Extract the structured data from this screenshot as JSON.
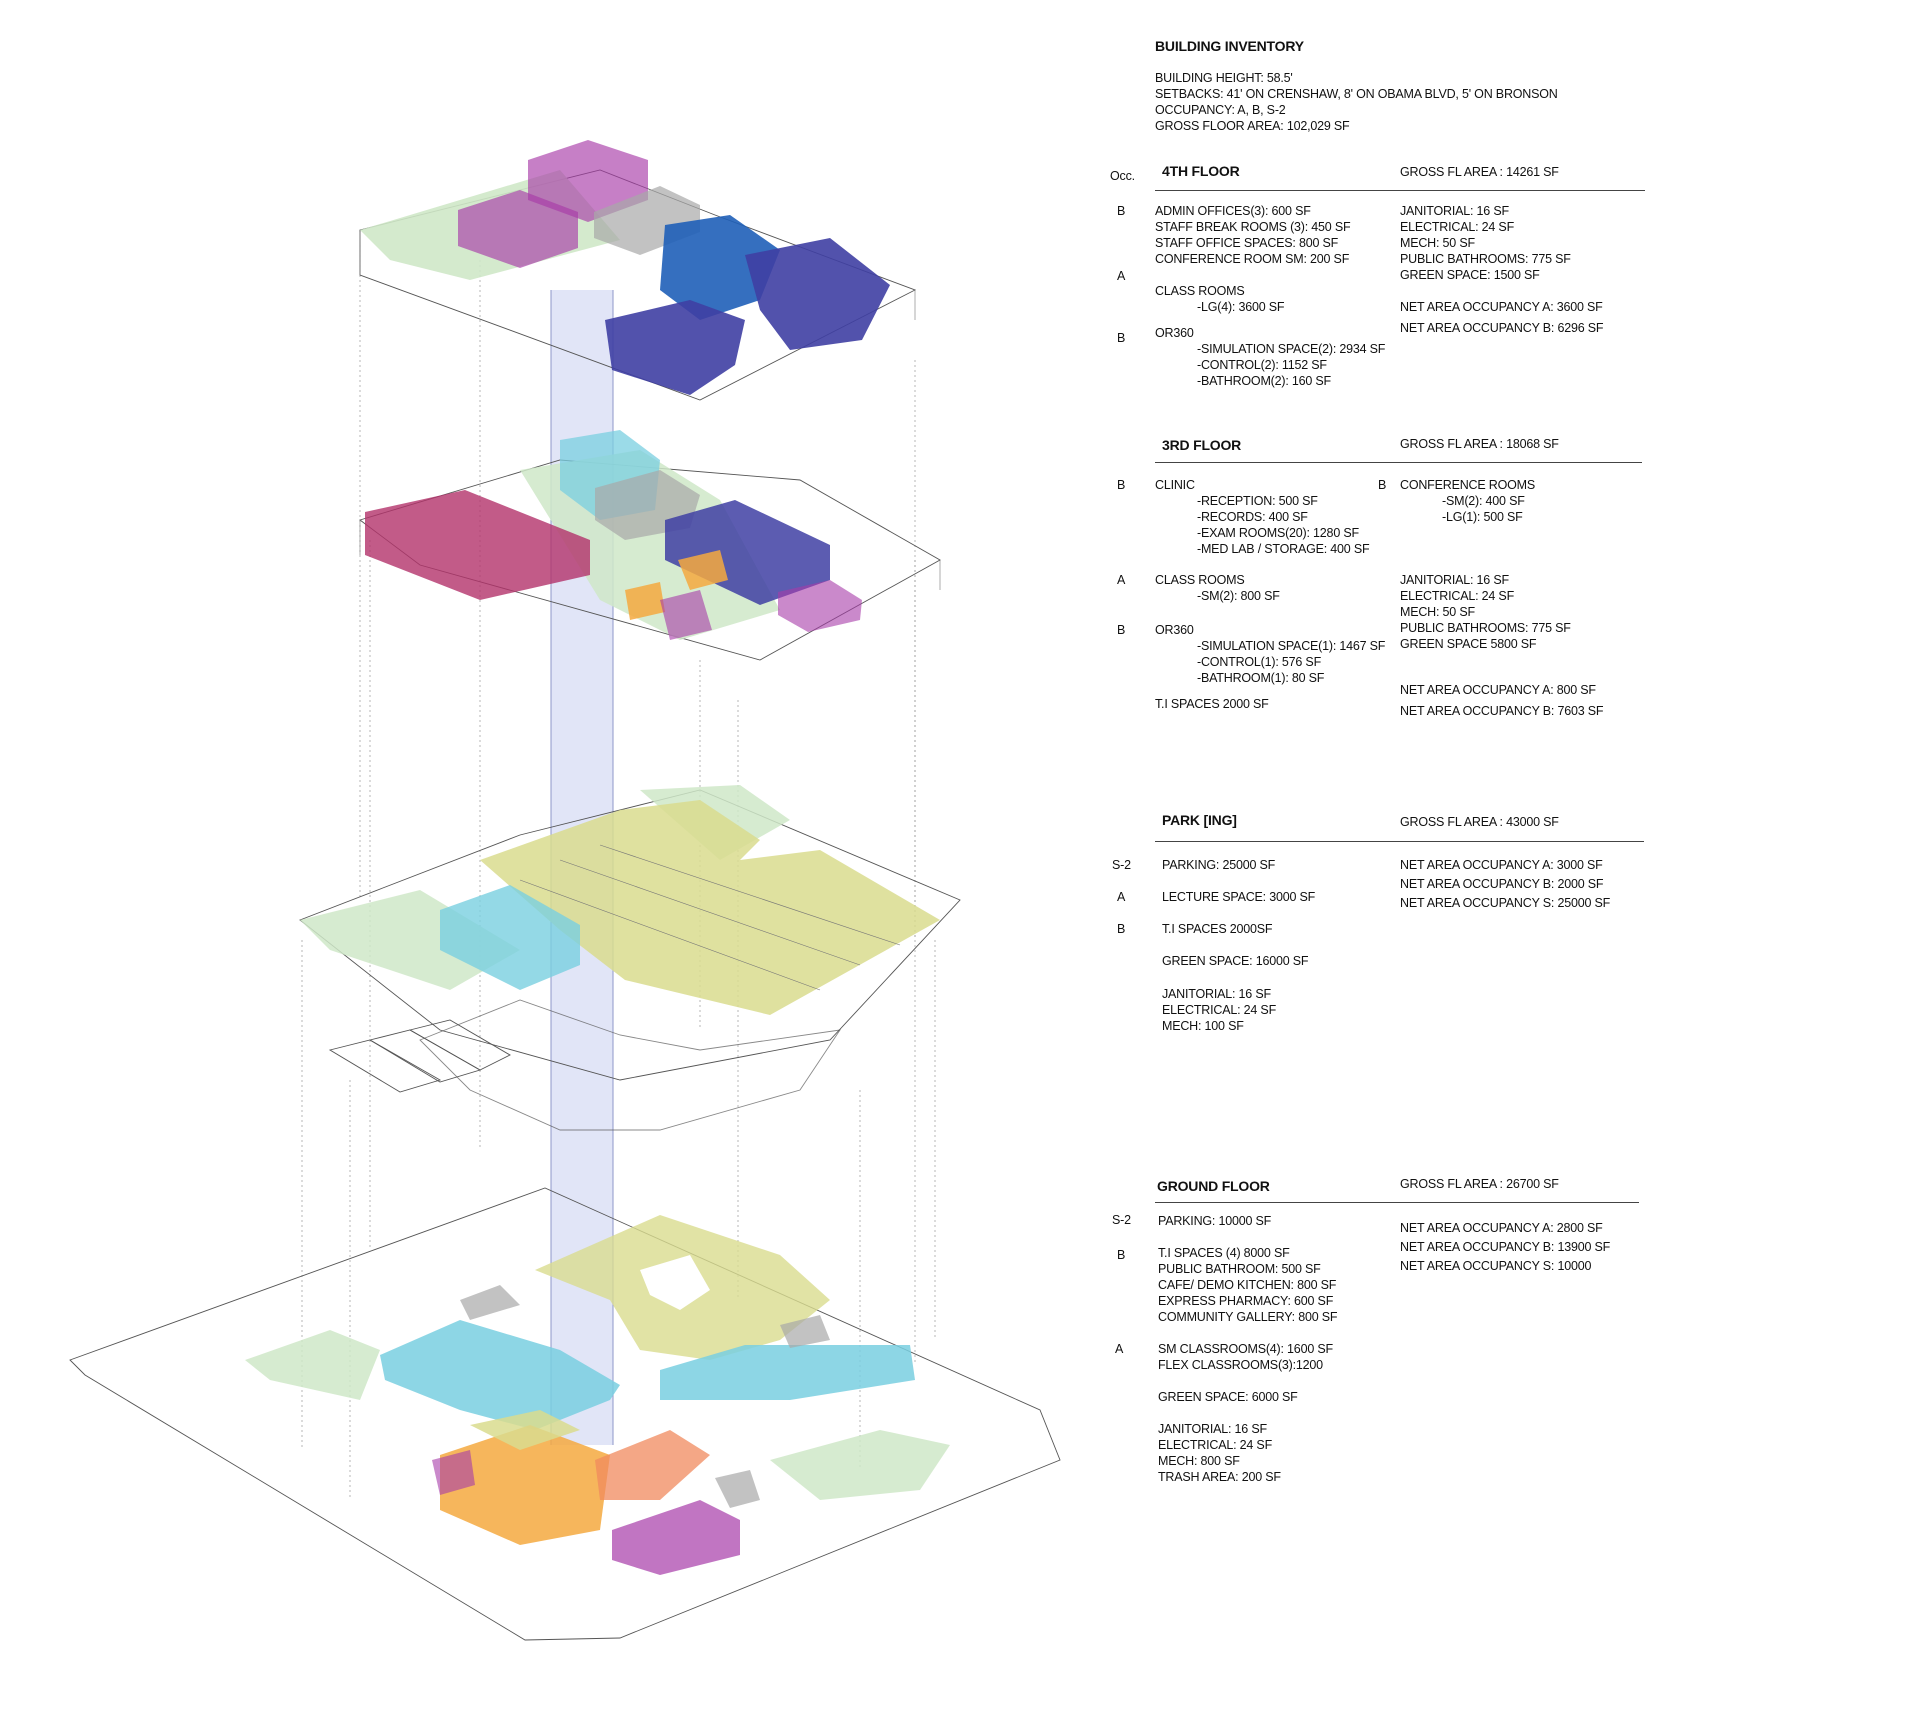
{
  "inventory": {
    "title": "BUILDING INVENTORY",
    "summary": [
      "BUILDING HEIGHT: 58.5'",
      "SETBACKS: 41' ON CRENSHAW, 8' ON OBAMA BLVD, 5' ON BRONSON",
      "OCCUPANCY: A, B, S-2",
      "GROSS FLOOR AREA: 102,029 SF"
    ],
    "occ_label": "Occ."
  },
  "floor4": {
    "title": "4TH FLOOR",
    "gross": "GROSS FL AREA : 14261 SF",
    "occ": [
      "B",
      "A",
      "B"
    ],
    "left": [
      "ADMIN OFFICES(3): 600 SF",
      "STAFF BREAK ROOMS (3): 450 SF",
      "STAFF OFFICE SPACES: 800 SF",
      "CONFERENCE ROOM SM: 200 SF",
      "CLASS ROOMS",
      "-LG(4): 3600 SF",
      "OR360",
      "-SIMULATION SPACE(2): 2934 SF",
      "-CONTROL(2): 1152 SF",
      "-BATHROOM(2): 160 SF"
    ],
    "right": [
      "JANITORIAL: 16 SF",
      "ELECTRICAL: 24 SF",
      "MECH: 50 SF",
      "PUBLIC BATHROOMS: 775 SF",
      "GREEN SPACE: 1500 SF",
      "NET AREA  OCCUPANCY A: 3600 SF",
      "NET AREA  OCCUPANCY B: 6296 SF"
    ]
  },
  "floor3": {
    "title": "3RD FLOOR",
    "gross": "GROSS FL AREA : 18068 SF",
    "occ": [
      "B",
      "A",
      "B"
    ],
    "occ_right": "B",
    "left": [
      "CLINIC",
      "-RECEPTION: 500 SF",
      "-RECORDS: 400 SF",
      "-EXAM ROOMS(20): 1280 SF",
      "-MED LAB / STORAGE: 400 SF",
      "CLASS ROOMS",
      "-SM(2): 800 SF",
      "OR360",
      "-SIMULATION SPACE(1): 1467 SF",
      "-CONTROL(1): 576 SF",
      "-BATHROOM(1): 80 SF",
      "T.I SPACES 2000 SF"
    ],
    "right": [
      "CONFERENCE ROOMS",
      "-SM(2): 400 SF",
      "-LG(1): 500 SF",
      "JANITORIAL: 16 SF",
      "ELECTRICAL: 24 SF",
      "MECH: 50 SF",
      "PUBLIC BATHROOMS: 775 SF",
      "GREEN SPACE 5800 SF",
      "NET AREA  OCCUPANCY A:  800 SF",
      "NET AREA  OCCUPANCY B:  7603 SF"
    ]
  },
  "parking": {
    "title": "PARK [ING]",
    "gross": "GROSS FL AREA : 43000 SF",
    "occ": [
      "S-2",
      "A",
      "B"
    ],
    "left": [
      "PARKING: 25000 SF",
      "LECTURE SPACE: 3000 SF",
      "T.I SPACES  2000SF",
      "GREEN SPACE: 16000 SF",
      "JANITORIAL: 16 SF",
      "ELECTRICAL: 24 SF",
      "MECH: 100 SF"
    ],
    "right": [
      "NET AREA  OCCUPANCY A: 3000 SF",
      "NET AREA  OCCUPANCY B: 2000 SF",
      "NET AREA  OCCUPANCY S: 25000 SF"
    ]
  },
  "ground": {
    "title": "GROUND FLOOR",
    "gross": "GROSS FL AREA : 26700 SF",
    "occ": [
      "S-2",
      "B",
      "A"
    ],
    "left": [
      "PARKING: 10000 SF",
      "T.I SPACES (4) 8000 SF",
      "PUBLIC BATHROOM: 500 SF",
      "CAFE/ DEMO KITCHEN: 800 SF",
      "EXPRESS PHARMACY: 600 SF",
      "COMMUNITY GALLERY: 800 SF",
      "SM CLASSROOMS(4): 1600 SF",
      "FLEX CLASSROOMS(3):1200",
      "GREEN SPACE: 6000 SF",
      "JANITORIAL: 16 SF",
      "ELECTRICAL: 24 SF",
      "MECH: 800 SF",
      "TRASH AREA: 200 SF"
    ],
    "right": [
      "NET AREA  OCCUPANCY A: 2800 SF",
      "NET AREA  OCCUPANCY B: 13900 SF",
      "NET AREA  OCCUPANCY S: 10000"
    ]
  },
  "colors": {
    "green_space": "#cfe8c8",
    "parking": "#d9dc8e",
    "classroom": "#79cfe0",
    "or360": "#3f3fa3",
    "admin": "#a73aa8",
    "clinic": "#b3326a",
    "ti_space": "#f4a940",
    "service": "#a8a8a8",
    "core": "#c8cff0"
  }
}
